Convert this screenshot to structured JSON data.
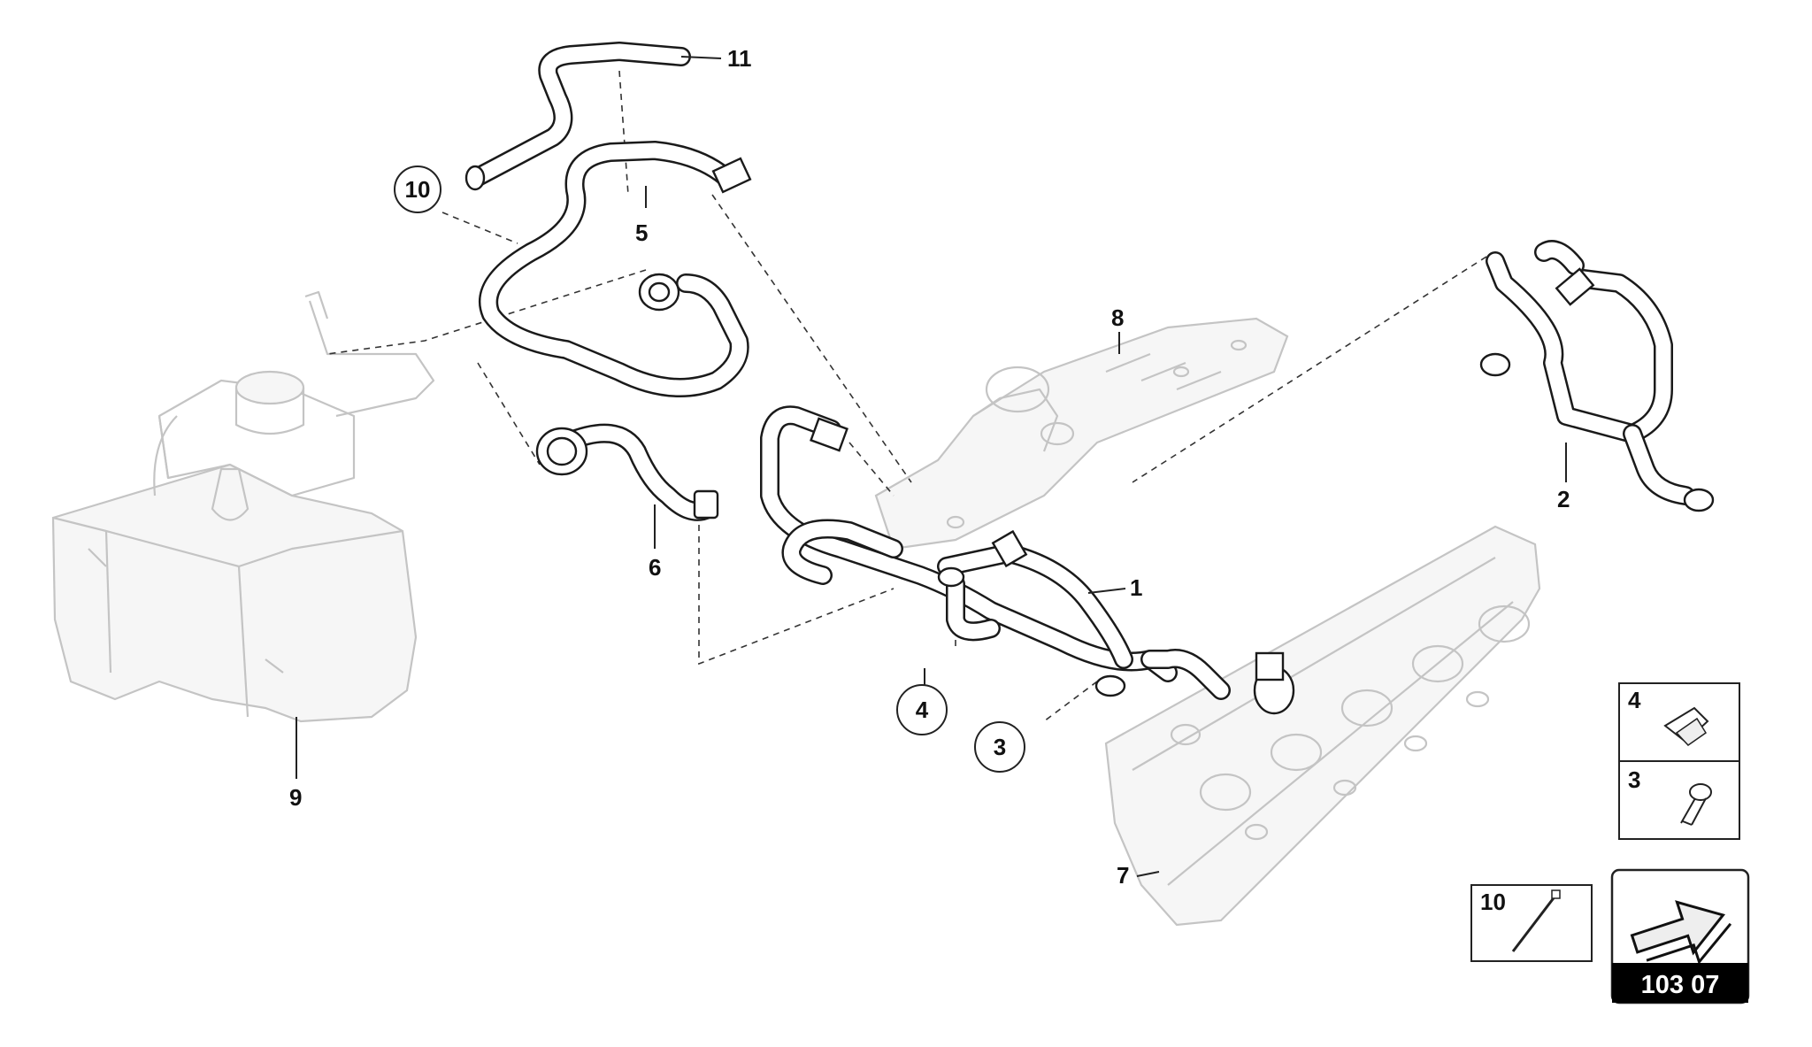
{
  "callouts": [
    {
      "id": "c1",
      "text": "1"
    },
    {
      "id": "c2",
      "text": "2"
    },
    {
      "id": "c3",
      "text": "3"
    },
    {
      "id": "c4",
      "text": "4"
    },
    {
      "id": "c5",
      "text": "5"
    },
    {
      "id": "c6",
      "text": "6"
    },
    {
      "id": "c7",
      "text": "7"
    },
    {
      "id": "c8",
      "text": "8"
    },
    {
      "id": "c9",
      "text": "9"
    },
    {
      "id": "c10",
      "text": "10"
    },
    {
      "id": "c11",
      "text": "11"
    }
  ],
  "inset_boxes": {
    "clip_label": "4",
    "screw_label": "3",
    "tie_label": "10"
  },
  "nav": {
    "page_code": "103 07",
    "arrow_icon": "next-page-arrow-icon"
  }
}
